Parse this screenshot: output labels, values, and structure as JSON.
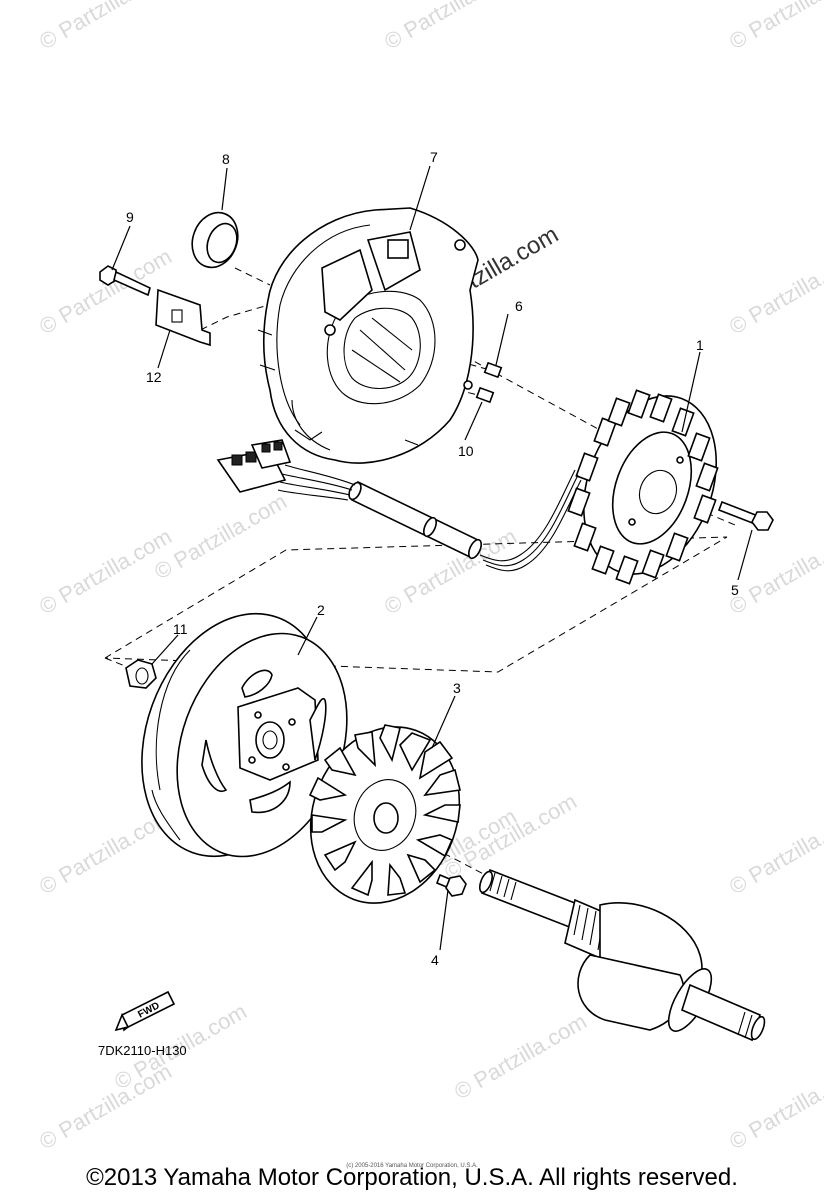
{
  "watermarks": {
    "corner_text": "© Partzilla.com",
    "center_text": "© Partzilla.com"
  },
  "callouts": [
    "1",
    "2",
    "3",
    "4",
    "5",
    "6",
    "7",
    "8",
    "9",
    "10",
    "11",
    "12"
  ],
  "diagram_code": "7DK2110-H130",
  "fwd_label": "FWD",
  "small_copyright": "(c) 2005-2016 Yamaha Motor Corporation, U.S.A.",
  "copyright": "©2013 Yamaha Motor Corporation, U.S.A. All rights reserved.",
  "colors": {
    "line": "#000000",
    "watermark": "#d9d9d9",
    "background": "#ffffff"
  }
}
